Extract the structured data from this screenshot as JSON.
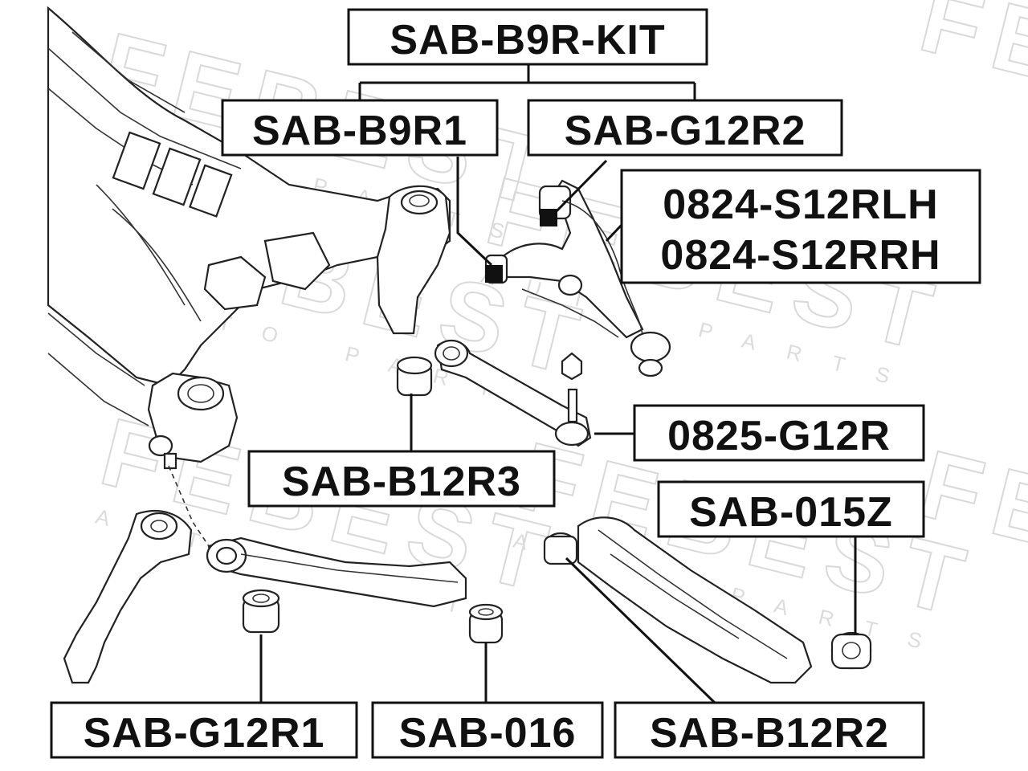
{
  "watermark": {
    "brand": "FEBEST",
    "sub": "AUTO PARTS"
  },
  "labels": {
    "kit": "SAB-B9R-KIT",
    "b9r1": "SAB-B9R1",
    "g12r2": "SAB-G12R2",
    "s12rlh": "0824-S12RLH",
    "s12rrh": "0824-S12RRH",
    "g12r_ball": "0825-G12R",
    "b12r3": "SAB-B12R3",
    "sab015z": "SAB-015Z",
    "g12r1": "SAB-G12R1",
    "sab016": "SAB-016",
    "b12r2": "SAB-B12R2"
  },
  "colors": {
    "ink": "#111111",
    "watermark": "#d9d9d9",
    "background": "#ffffff"
  }
}
